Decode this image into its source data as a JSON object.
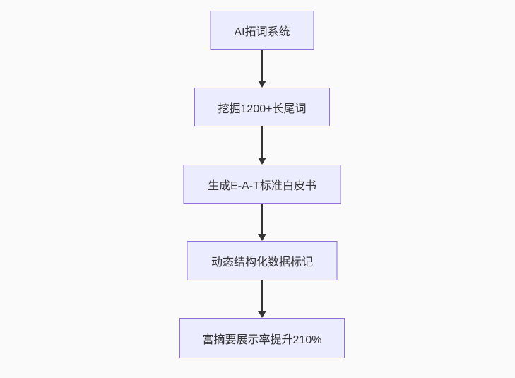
{
  "diagram": {
    "type": "flowchart",
    "direction": "top-down",
    "background_color": "#fafafa",
    "node_style": {
      "fill": "#ececff",
      "border_color": "#9370db",
      "text_color": "#333333"
    },
    "arrow_color": "#333333",
    "nodes": [
      {
        "id": "n1",
        "label": "AI拓词系统"
      },
      {
        "id": "n2",
        "label": "挖掘1200+长尾词"
      },
      {
        "id": "n3",
        "label": "生成E-A-T标准白皮书"
      },
      {
        "id": "n4",
        "label": "动态结构化数据标记"
      },
      {
        "id": "n5",
        "label": "富摘要展示率提升210%"
      }
    ],
    "edges": [
      {
        "from": "n1",
        "to": "n2"
      },
      {
        "from": "n2",
        "to": "n3"
      },
      {
        "from": "n3",
        "to": "n4"
      },
      {
        "from": "n4",
        "to": "n5"
      }
    ]
  }
}
